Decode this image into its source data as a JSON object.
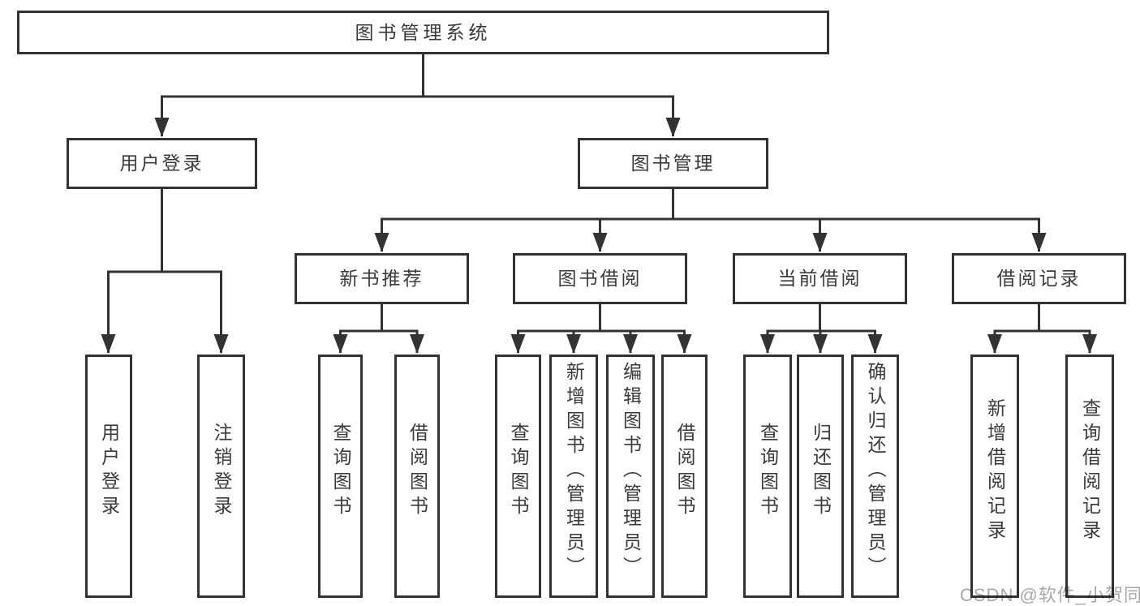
{
  "diagram_title": "图书管理系统",
  "watermark": "CSDN @软件_小贺同学",
  "colors": {
    "line": "#333333",
    "box_border": "#333333",
    "text": "#3a3a3a",
    "watermark": "#a8a8a8",
    "background": "#ffffff"
  },
  "tree": {
    "label": "图书管理系统",
    "children": [
      {
        "label": "用户登录",
        "children": [
          {
            "label": "用户登录"
          },
          {
            "label": "注销登录"
          }
        ]
      },
      {
        "label": "图书管理",
        "children": [
          {
            "label": "新书推荐",
            "children": [
              {
                "label": "查询图书"
              },
              {
                "label": "借阅图书"
              }
            ]
          },
          {
            "label": "图书借阅",
            "children": [
              {
                "label": "查询图书"
              },
              {
                "label": "新增图书（管理员）"
              },
              {
                "label": "编辑图书（管理员）"
              },
              {
                "label": "借阅图书"
              }
            ]
          },
          {
            "label": "当前借阅",
            "children": [
              {
                "label": "查询图书"
              },
              {
                "label": "归还图书"
              },
              {
                "label": "确认归还（管理员）"
              }
            ]
          },
          {
            "label": "借阅记录",
            "children": [
              {
                "label": "新增借阅记录"
              },
              {
                "label": "查询借阅记录"
              }
            ]
          }
        ]
      }
    ]
  }
}
